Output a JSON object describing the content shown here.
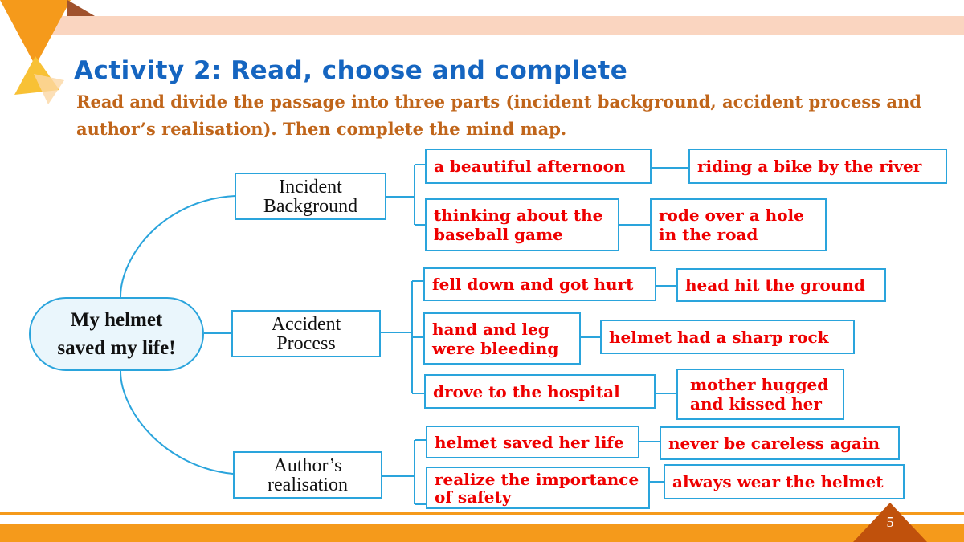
{
  "slide": {
    "title": "Activity 2: Read, choose and complete",
    "instructions": "Read and divide the passage into three parts (incident background, accident process and author’s realisation). Then complete the mind map.",
    "page_number": "5",
    "colors": {
      "title": "#1565c0",
      "instructions": "#c0651a",
      "answer_text": "#ee0000",
      "box_border": "#2aa4dc",
      "accent_orange": "#f59a1b",
      "banner_peach": "#fad5c0"
    }
  },
  "mind_map": {
    "center": "My helmet\nsaved my life!",
    "branches": [
      {
        "label": "Incident\nBackground",
        "rows": [
          {
            "first": "a beautiful afternoon",
            "second": "riding a bike by the river"
          },
          {
            "first": "thinking about the\nbaseball game",
            "second": "rode over a hole\nin the road"
          }
        ]
      },
      {
        "label": "Accident\nProcess",
        "rows": [
          {
            "first": "fell down and got hurt",
            "second": "head hit the ground"
          },
          {
            "first": "hand and leg\nwere bleeding",
            "second": "helmet had a sharp rock"
          },
          {
            "first": "drove to the hospital",
            "second": "mother hugged\nand kissed her"
          }
        ]
      },
      {
        "label": "Author’s\nrealisation",
        "rows": [
          {
            "first": "helmet saved her life",
            "second": "never be careless again"
          },
          {
            "first": "realize the importance\nof safety",
            "second": "always wear the helmet"
          }
        ]
      }
    ]
  }
}
